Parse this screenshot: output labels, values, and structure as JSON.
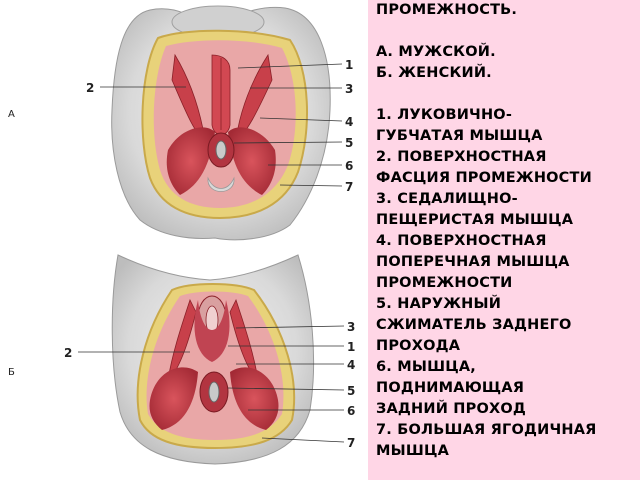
{
  "figures": [
    {
      "letter": "А",
      "labels": [
        "1",
        "2",
        "3",
        "4",
        "5",
        "6",
        "7"
      ]
    },
    {
      "letter": "Б",
      "labels": [
        "3",
        "2",
        "1",
        "4",
        "5",
        "6",
        "7"
      ]
    }
  ],
  "caption": {
    "title": "ПРОМЕЖНОСТЬ.",
    "variants": [
      "А. МУЖСКОЙ.",
      "Б. ЖЕНСКИЙ."
    ],
    "legend_lines": [
      "1. ЛУКОВИЧНО-",
      "ГУБЧАТАЯ МЫШЦА",
      "2. ПОВЕРХНОСТНАЯ",
      "ФАСЦИЯ ПРОМЕЖНОСТИ",
      "3. СЕДАЛИЩНО-",
      "ПЕЩЕРИСТАЯ МЫШЦА",
      "4. ПОВЕРХНОСТНАЯ",
      "ПОПЕРЕЧНАЯ МЫШЦА",
      "ПРОМЕЖНОСТИ",
      "5. НАРУЖНЫЙ",
      "СЖИМАТЕЛЬ ЗАДНЕГО",
      "ПРОХОДА",
      "6. МЫШЦА,",
      "ПОДНИМАЮЩАЯ",
      "ЗАДНИЙ ПРОХОД",
      "7. БОЛЬШАЯ ЯГОДИЧНАЯ",
      "МЫШЦА"
    ]
  },
  "colors": {
    "skin": "#d9d9d9",
    "fat": "#e8d27a",
    "muscle": "#c8404a",
    "muscle_dark": "#9e2a34",
    "fascia": "#e9a7a7",
    "caption_bg": "#ffd6e6"
  }
}
